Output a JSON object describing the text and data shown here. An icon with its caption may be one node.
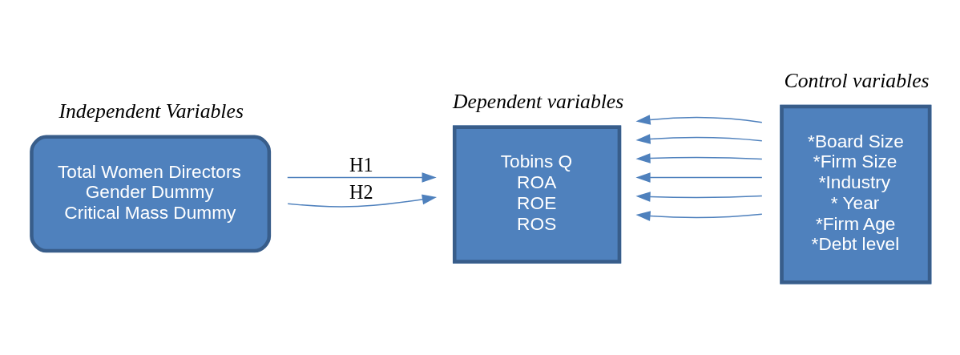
{
  "diagram": {
    "nodes": [
      {
        "text": [
          "Independent Variables",
          "Total Women Directors",
          "Gender Dummy",
          "Critical Mass Dummy"
        ]
      },
      {
        "text": [
          "Dependent variables",
          "Tobins Q",
          "ROA",
          "ROE",
          "ROS"
        ]
      },
      {
        "text": [
          "Control variables",
          "*Board Size",
          "*Firm Size",
          "*Industry",
          "* Year",
          "*Firm Age",
          "*Debt level"
        ]
      }
    ],
    "edges": [
      {
        "from": 0,
        "to": 1,
        "arrow": "to",
        "label": "H1"
      },
      {
        "from": 0,
        "to": 1,
        "arrow": "to",
        "label": "H2"
      },
      {
        "from": 2,
        "to": 1,
        "arrow": "to"
      },
      {
        "from": 2,
        "to": 1,
        "arrow": "to"
      },
      {
        "from": 2,
        "to": 1,
        "arrow": "to"
      },
      {
        "from": 2,
        "to": 1,
        "arrow": "to"
      },
      {
        "from": 2,
        "to": 1,
        "arrow": "to"
      },
      {
        "from": 2,
        "to": 1,
        "arrow": "to"
      }
    ]
  }
}
